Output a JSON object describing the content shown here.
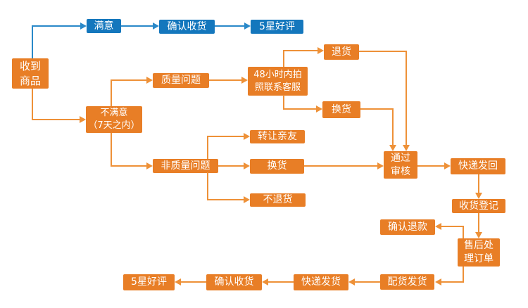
{
  "title": "收货售后流程图",
  "colors": {
    "blue-box": "#1477bd",
    "blue-line": "#2a89c9",
    "orange-box": "#e87e26",
    "orange-line": "#ee9138"
  },
  "nodes": {
    "received": "收到\n商品",
    "satisfied": "满意",
    "confirm_receipt_top": "确认收货",
    "five_star_top": "5星好评",
    "unsatisfied": "不满意\n（7天之内）",
    "quality_issue": "质量问题",
    "contact_service_48h": "48小时内拍\n照联系客服",
    "return_goods": "退货",
    "exchange_1": "换货",
    "transfer_to_friends": "转让亲友",
    "non_quality_issue": "非质量问题",
    "exchange_2": "换货",
    "no_return": "不退货",
    "pass_review": "通过\n审核",
    "courier_send_back": "快递发回",
    "receipt_registration": "收货登记",
    "confirm_refund": "确认退款",
    "aftersales_order": "售后处\n理订单",
    "dispatch_goods": "配货发货",
    "courier_delivery": "快递发货",
    "confirm_receipt_bottom": "确认收货",
    "five_star_bottom": "5星好评"
  }
}
